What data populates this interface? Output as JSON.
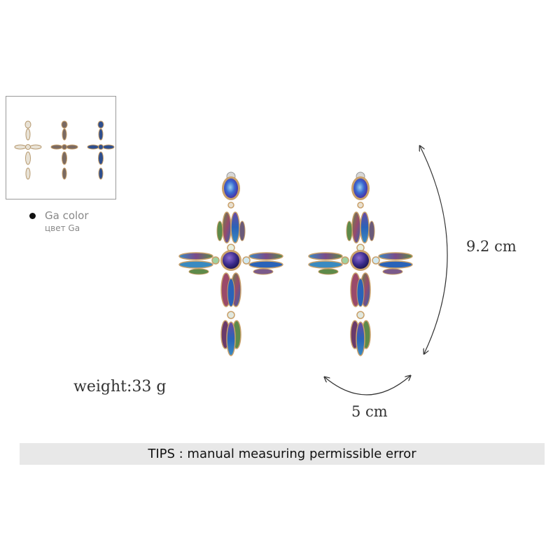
{
  "variant": {
    "color_name": "Ga color",
    "color_name_ru": "цвет Ga",
    "selected_dot_color": "#111111"
  },
  "dimensions": {
    "height": "9.2 cm",
    "width": "5 cm"
  },
  "weight": "weight:33 g",
  "tips": "TIPS : manual measuring permissible error",
  "colors": {
    "gold": "#c9a06a",
    "stone_blue": "#2a63b8",
    "stone_purple": "#4a2a8a",
    "stone_green": "#5e8a4a",
    "stone_rose": "#9a4a6a",
    "tips_bg": "#e8e8e8"
  }
}
